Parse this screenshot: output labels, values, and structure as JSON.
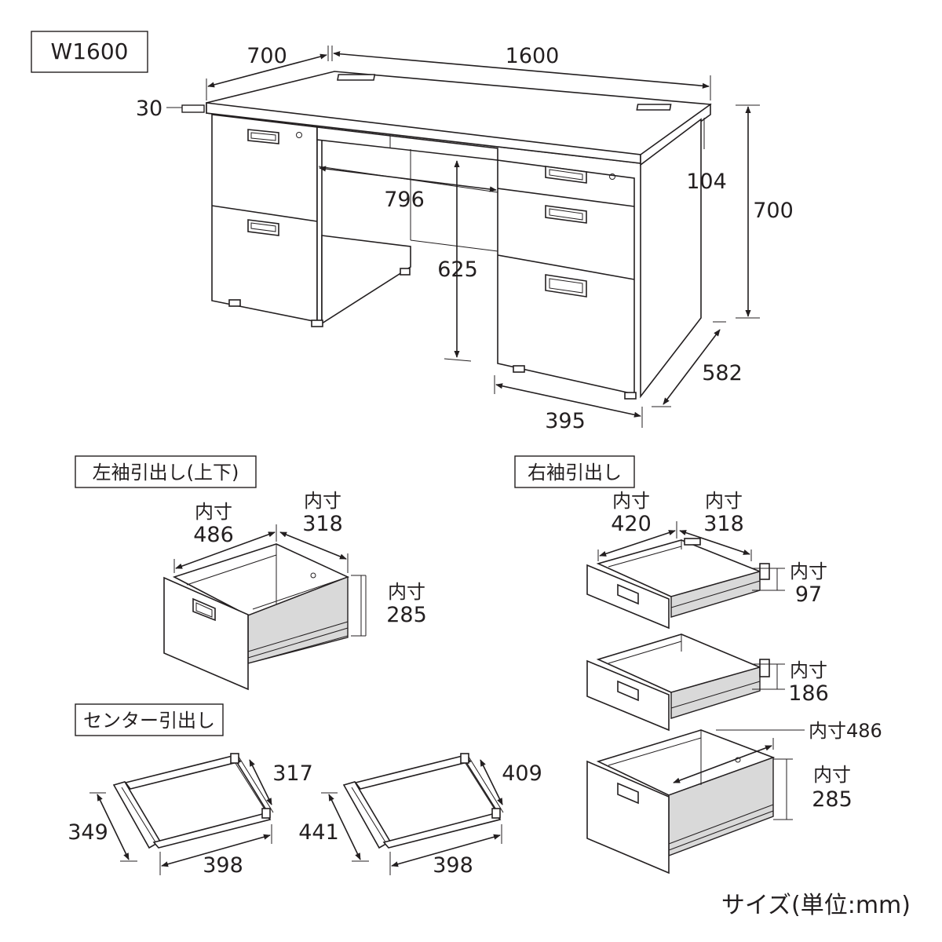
{
  "main": {
    "model_label": "W1600",
    "dims": {
      "top_depth": "700",
      "total_width": "1600",
      "top_thickness": "30",
      "center_width": "796",
      "knee_height": "625",
      "panel_height": "104",
      "total_height": "700",
      "depth": "582",
      "ped_width": "395"
    }
  },
  "left_drawer": {
    "title": "左袖引出し(上下)",
    "depth_label": "内寸",
    "depth": "486",
    "width_label": "内寸",
    "width": "318",
    "height_label": "内寸",
    "height": "285"
  },
  "right_drawer": {
    "title": "右袖引出し",
    "depth_label": "内寸",
    "depth": "420",
    "width_label": "内寸",
    "width": "318",
    "h1_label": "内寸",
    "h1": "97",
    "h2_label": "内寸",
    "h2": "186",
    "bottom_depth": "内寸486",
    "h3_label": "内寸",
    "h3": "285"
  },
  "center_drawer": {
    "title": "センター引出し",
    "a_width": "317",
    "a_depth": "349",
    "a_length": "398",
    "b_width": "409",
    "b_depth": "441",
    "b_length": "398"
  },
  "footer": {
    "unit_note": "サイズ(単位:mm)"
  }
}
